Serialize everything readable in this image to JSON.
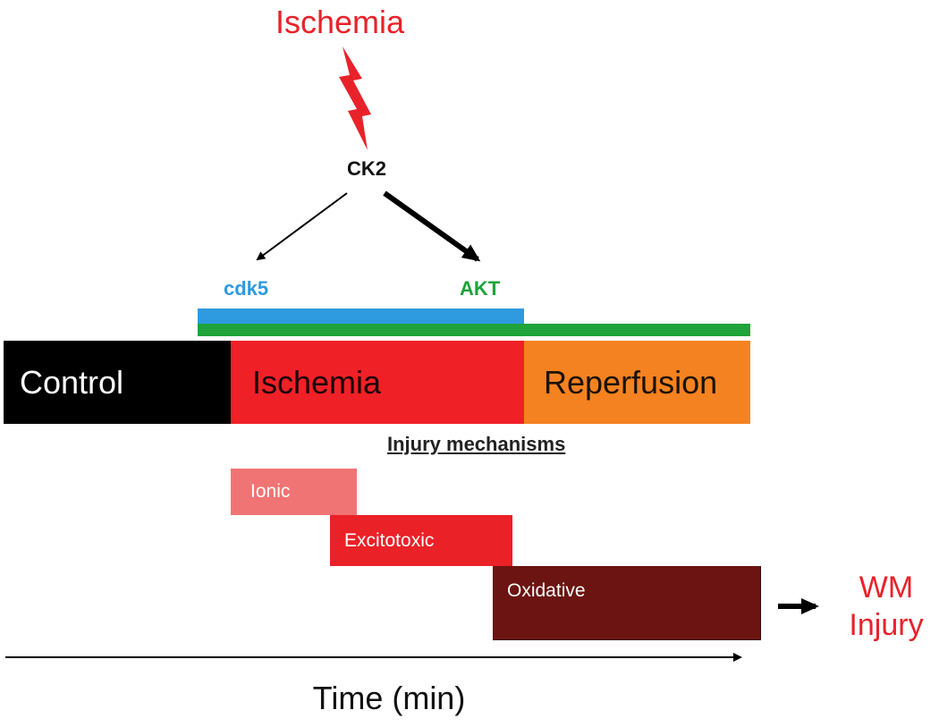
{
  "trigger": {
    "label": "Ischemia",
    "color": "#e8222a",
    "icon": "lightning-bolt-icon"
  },
  "kinase": {
    "label": "CK2"
  },
  "targets": [
    {
      "label": "cdk5",
      "color": "#2e9ae0"
    },
    {
      "label": "AKT",
      "color": "#1fa33a"
    }
  ],
  "phases": [
    {
      "label": "Control",
      "color": "#000000"
    },
    {
      "label": "Ischemia",
      "color": "#f02027"
    },
    {
      "label": "Reperfusion",
      "color": "#f58220"
    }
  ],
  "injury_mechanisms": {
    "title": "Injury mechanisms",
    "items": [
      {
        "label": "Ionic",
        "color": "#f07474"
      },
      {
        "label": "Excitotoxic",
        "color": "#ea2127"
      },
      {
        "label": "Oxidative",
        "color": "#6b1411"
      }
    ]
  },
  "outcome": {
    "line1": "WM",
    "line2": "Injury",
    "color": "#e8222a"
  },
  "axis": {
    "label": "Time (min)"
  }
}
